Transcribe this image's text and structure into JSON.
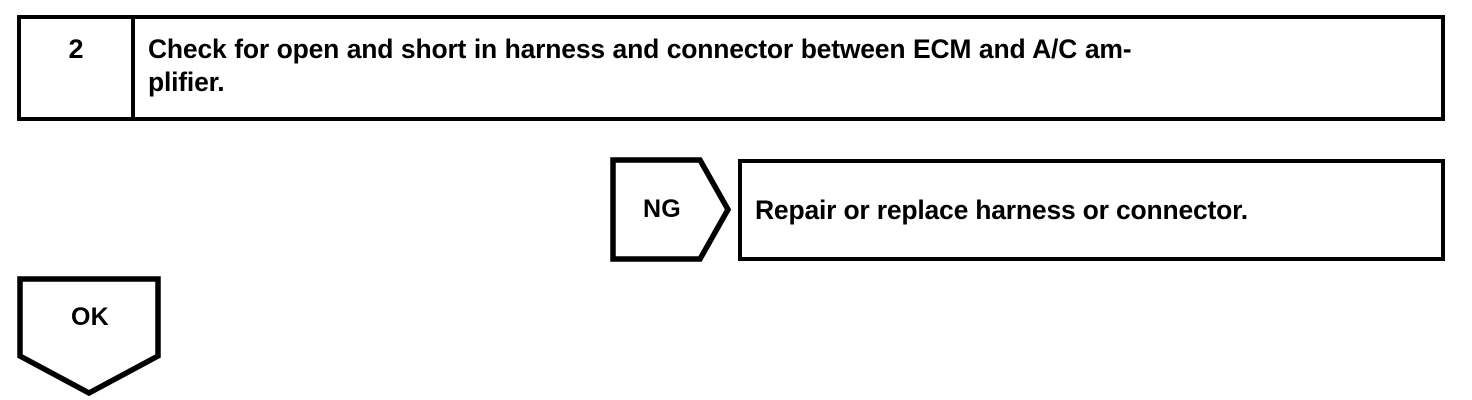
{
  "page": {
    "background_color": "#ffffff",
    "ink_color": "#000000"
  },
  "step": {
    "number": "2",
    "instruction": "Check for open and short in harness and connector between ECM and A/C am-\nplifier."
  },
  "branches": {
    "ng": {
      "label": "NG",
      "shape": "right-pointing-pentagon-arrow",
      "result_box": {
        "text": "Repair or replace harness or connector."
      }
    },
    "ok": {
      "label": "OK",
      "shape": "down-pointing-pentagon-arrow"
    }
  }
}
